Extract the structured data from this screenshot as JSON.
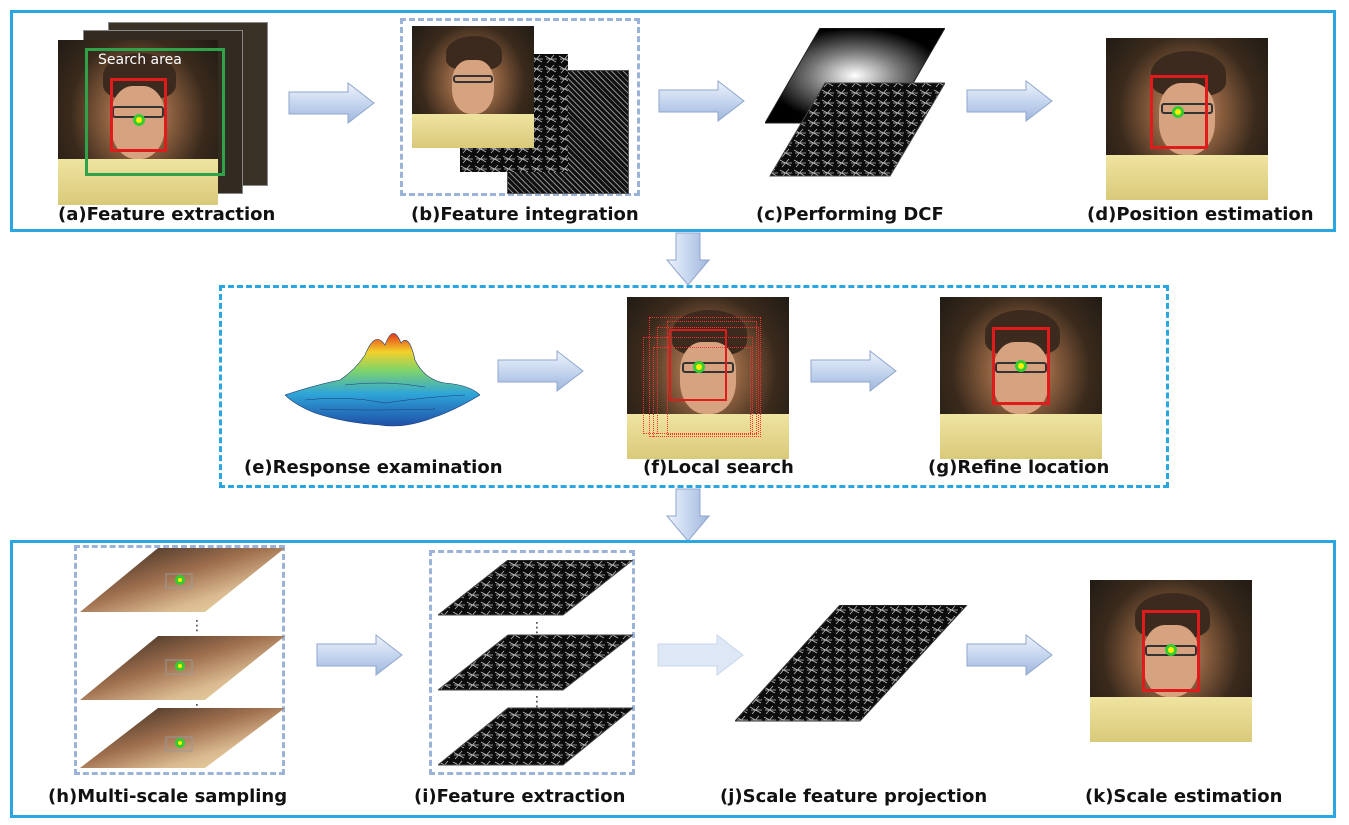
{
  "captions": {
    "a": "(a)Feature extraction",
    "b": "(b)Feature integration",
    "c": "(c)Performing DCF",
    "d": "(d)Position estimation",
    "e": "(e)Response examination",
    "f": "(f)Local search",
    "g": "(g)Refine location",
    "h": "(h)Multi-scale sampling",
    "i": "(i)Feature extraction",
    "j": "(j)Scale feature projection",
    "k": "(k)Scale estimation"
  },
  "search_area_label": "Search area",
  "colors": {
    "panel_border": "#2aa7e0",
    "dashed_group": "#9bb3d9",
    "arrow_fill": "#c9d8ef",
    "target_box": "#e01b1b",
    "search_box": "#2fa34a"
  },
  "icons": [
    "right-arrow-icon",
    "down-arrow-icon"
  ]
}
